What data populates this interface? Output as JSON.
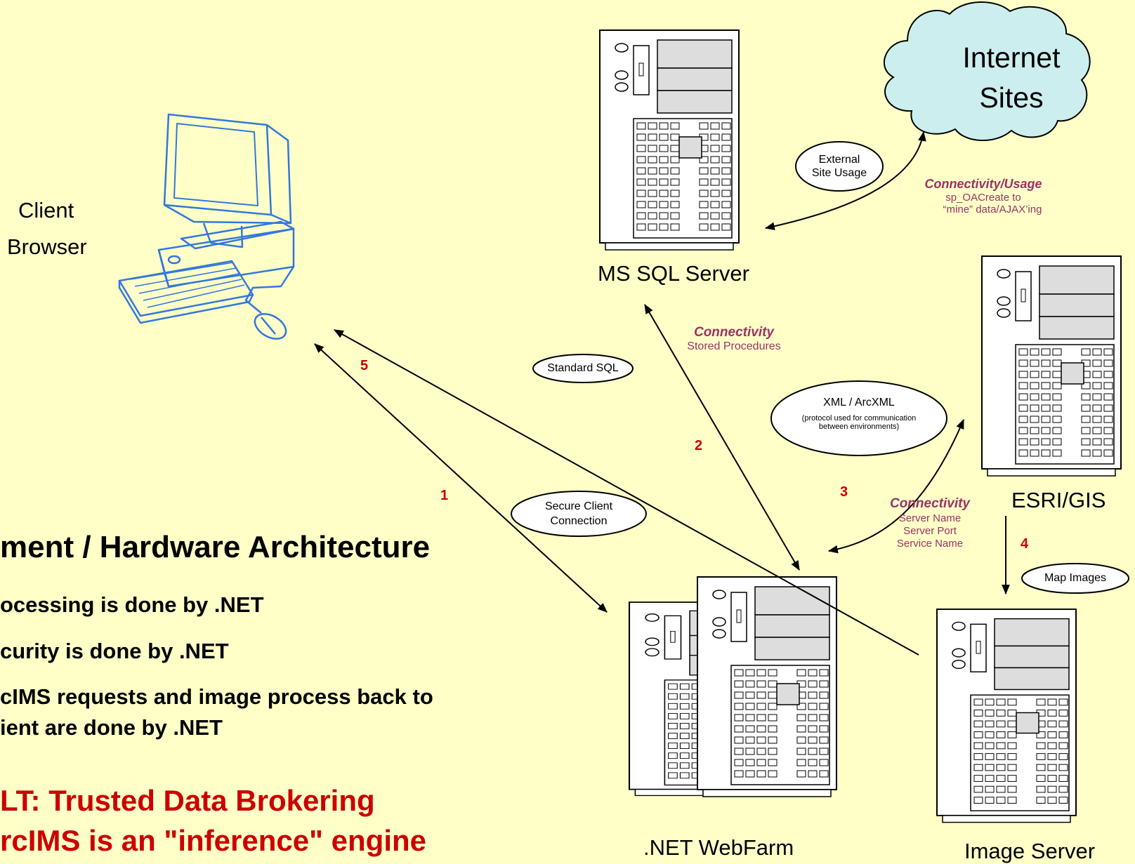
{
  "colors": {
    "background": "#FFFFC8",
    "accent_maroon": "#993366",
    "accent_red": "#CC0000",
    "cloud": "#CCEEEE"
  },
  "nodes": {
    "client": {
      "line1": "Client",
      "line2": "Browser"
    },
    "sql": {
      "label": "MS SQL Server"
    },
    "internet": {
      "line1": "Internet",
      "line2": "Sites"
    },
    "esri": {
      "label": "ESRI/GIS"
    },
    "webfarm": {
      "label": ".NET WebFarm"
    },
    "image": {
      "label": "Image Server"
    }
  },
  "bubbles": {
    "external": {
      "line1": "External",
      "line2": "Site Usage"
    },
    "standard_sql": "Standard SQL",
    "xml": {
      "title": "XML / ArcXML",
      "sub1": "(protocol used for communication",
      "sub2": "between environments)"
    },
    "secure": {
      "line1": "Secure Client",
      "line2": "Connection"
    },
    "map_images": "Map Images"
  },
  "annotations": {
    "conn_usage": {
      "title": "Connectivity/Usage",
      "line1": "sp_OACreate to",
      "line2": "“mine” data/AJAX’ing"
    },
    "conn_sql": {
      "title": "Connectivity",
      "line1": "Stored Procedures"
    },
    "conn_esri": {
      "title": "Connectivity",
      "line1": "Server Name",
      "line2": "Server Port",
      "line3": "Service Name"
    }
  },
  "step_numbers": [
    "1",
    "2",
    "3",
    "4",
    "5"
  ],
  "text_block": {
    "heading": "ment / Hardware Architecture",
    "bullets": [
      "ocessing is done by .NET",
      "curity is done by .NET",
      "cIMS requests and image process back to",
      "ient are done by .NET"
    ],
    "result_lines": [
      "LT: Trusted Data Brokering",
      "rcIMS is an \"inference\" engine"
    ]
  }
}
